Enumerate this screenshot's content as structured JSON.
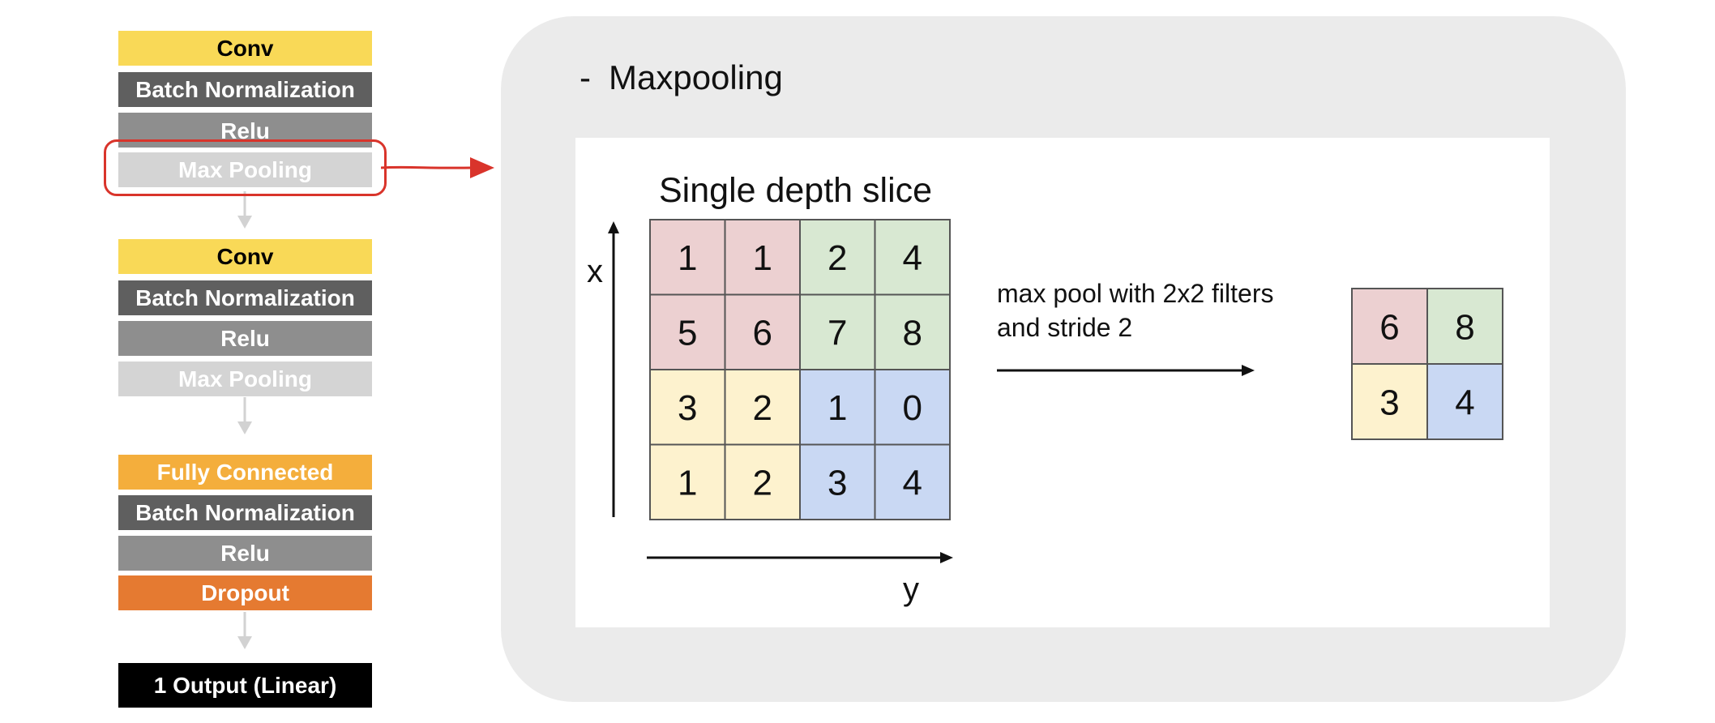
{
  "layers": [
    {
      "id": "conv-1",
      "label": "Conv",
      "kind": "conv"
    },
    {
      "id": "batchnorm-1",
      "label": "Batch Normalization",
      "kind": "bn"
    },
    {
      "id": "relu-1",
      "label": "Relu",
      "kind": "relu"
    },
    {
      "id": "maxpool-1",
      "label": "Max Pooling",
      "kind": "pool"
    },
    {
      "id": "conv-2",
      "label": "Conv",
      "kind": "conv"
    },
    {
      "id": "batchnorm-2",
      "label": "Batch Normalization",
      "kind": "bn"
    },
    {
      "id": "relu-2",
      "label": "Relu",
      "kind": "relu"
    },
    {
      "id": "maxpool-2",
      "label": "Max Pooling",
      "kind": "pool"
    },
    {
      "id": "fully-connected",
      "label": "Fully Connected",
      "kind": "fc"
    },
    {
      "id": "batchnorm-3",
      "label": "Batch Normalization",
      "kind": "bn"
    },
    {
      "id": "relu-3",
      "label": "Relu",
      "kind": "relu"
    },
    {
      "id": "dropout",
      "label": "Dropout",
      "kind": "drop"
    },
    {
      "id": "output",
      "label": "1 Output (Linear)",
      "kind": "out"
    }
  ],
  "panel": {
    "dash": "-",
    "title": "Maxpooling"
  },
  "figure": {
    "slice_title": "Single depth slice",
    "x_axis_label": "x",
    "y_axis_label": "y",
    "operation_line1": "max pool with 2x2 filters",
    "operation_line2": "and stride 2",
    "input_grid": [
      [
        1,
        1,
        2,
        4
      ],
      [
        5,
        6,
        7,
        8
      ],
      [
        3,
        2,
        1,
        0
      ],
      [
        1,
        2,
        3,
        4
      ]
    ],
    "output_grid": [
      [
        6,
        8
      ],
      [
        3,
        4
      ]
    ],
    "quadrant_colors": {
      "top_left": "#ecd0d1",
      "top_right": "#d8e8d2",
      "bottom_left": "#fdf2ce",
      "bottom_right": "#c9d8f3"
    }
  },
  "colors": {
    "conv": "#f9d957",
    "batch_norm": "#5f5f5f",
    "relu": "#8e8e8e",
    "max_pool": "#d4d4d4",
    "fully_connected": "#f4ae3c",
    "dropout": "#e57a31",
    "output": "#000000",
    "highlight": "#d9342b",
    "panel_background": "#ebebeb"
  }
}
